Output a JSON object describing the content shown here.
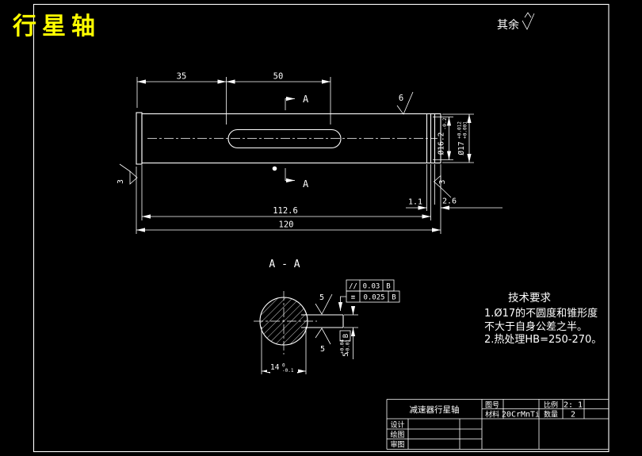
{
  "colors": {
    "background": "#000000",
    "line": "#ffffff",
    "title_accent": "#ffff00"
  },
  "sheet": {
    "title": "行星轴",
    "surface_default_label": "其余",
    "tech_requirements": {
      "title": "技术要求",
      "line1": "1.Ø17的不圆度和锥形度",
      "line2": "不大于自身公差之半。",
      "line3": "2.热处理HB=250-270。"
    }
  },
  "main_view": {
    "dim_35": "35",
    "dim_50": "50",
    "dim_112_6": "112.6",
    "dim_120": "120",
    "dim_1_1": "1.1",
    "dim_2_6": "2.6",
    "section_arrow_top": "A",
    "section_arrow_bottom": "A",
    "roughness_top": "6",
    "roughness_left": "3",
    "roughness_groove": "3",
    "dia_groove": {
      "base": "Ø16.2",
      "sub": "-0.2"
    },
    "dia_journal": {
      "base": "Ø17",
      "sup": "+0.012",
      "sub": "+0.001"
    }
  },
  "section_view": {
    "title": "A - A",
    "roughness_keyway_top": "5",
    "roughness_keyway_bottom": "5",
    "fcf": {
      "row1": {
        "symbol": "//",
        "value": "0.03",
        "datum": "B"
      },
      "row2": {
        "symbol": "≡",
        "value": "0.025",
        "datum": "B"
      }
    },
    "keyway_width": {
      "base": "5",
      "sup": "+0.04",
      "sub": "+0.01",
      "datum": "B"
    },
    "dim_14": {
      "base": "14",
      "sup": "0",
      "sub": "-0.1"
    }
  },
  "title_block": {
    "part_name": "减速器行星轴",
    "drawing_no_label": "图号",
    "drawing_no_value": "",
    "material_label": "材料",
    "material_value": "20CrMnTi",
    "scale_label": "比例",
    "scale_value": "2: 1",
    "qty_label": "数量",
    "qty_value": "2",
    "row1_label": "设计",
    "row2_label": "绘图",
    "row3_label": "审图"
  }
}
